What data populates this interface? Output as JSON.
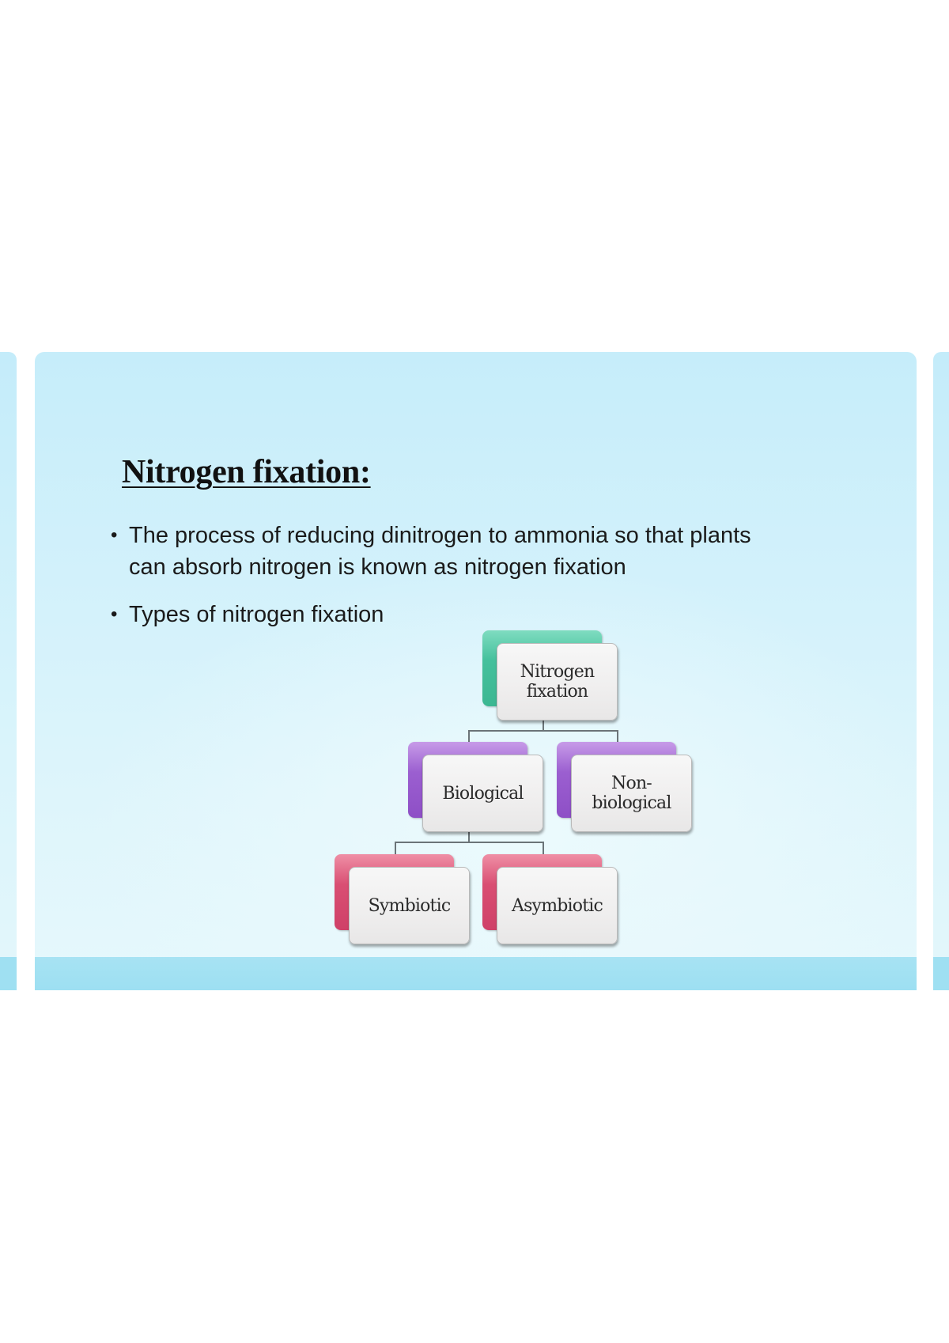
{
  "slide": {
    "title": "Nitrogen fixation:",
    "bullets": [
      {
        "marker": "•",
        "text": "The process of reducing dinitrogen to ammonia so that plants can absorb nitrogen is known as nitrogen fixation"
      },
      {
        "marker": "•",
        "text": "Types of nitrogen fixation"
      }
    ],
    "colors": {
      "background_top": "#c6edfa",
      "background_bottom": "#e6f8fc",
      "bottom_band": "#9fe0f2",
      "level1_accent": "#44c09c",
      "level2_accent": "#9b5fd0",
      "level3_accent": "#d94f73"
    }
  },
  "diagram": {
    "root": {
      "label": "Nitrogen\nfixation",
      "color": "green"
    },
    "level2": [
      {
        "label": "Biological",
        "color": "purple"
      },
      {
        "label": "Non-\nbiological",
        "color": "purple"
      }
    ],
    "level3": [
      {
        "label": "Symbiotic",
        "color": "red",
        "parent": "Biological"
      },
      {
        "label": "Asymbiotic",
        "color": "red",
        "parent": "Biological"
      }
    ]
  }
}
